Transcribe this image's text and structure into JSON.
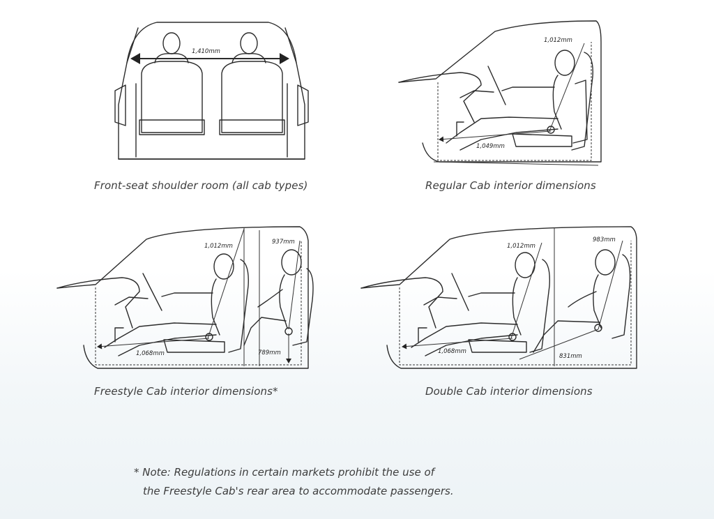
{
  "panels": [
    {
      "caption": "Front-seat shoulder room (all cab types)",
      "dimensions": [
        "1,410mm"
      ]
    },
    {
      "caption": "Regular Cab interior dimensions",
      "dimensions": [
        "1,012mm",
        "1,049mm"
      ]
    },
    {
      "caption": "Freestyle Cab interior dimensions*",
      "dimensions": [
        "1,012mm",
        "937mm",
        "1,068mm",
        "789mm"
      ]
    },
    {
      "caption": "Double Cab interior dimensions",
      "dimensions": [
        "1,012mm",
        "983mm",
        "1,068mm",
        "831mm"
      ]
    }
  ],
  "note": {
    "line1": "* Note: Regulations in certain markets prohibit the use of",
    "line2": "the Freestyle Cab's rear area to accommodate passengers."
  }
}
